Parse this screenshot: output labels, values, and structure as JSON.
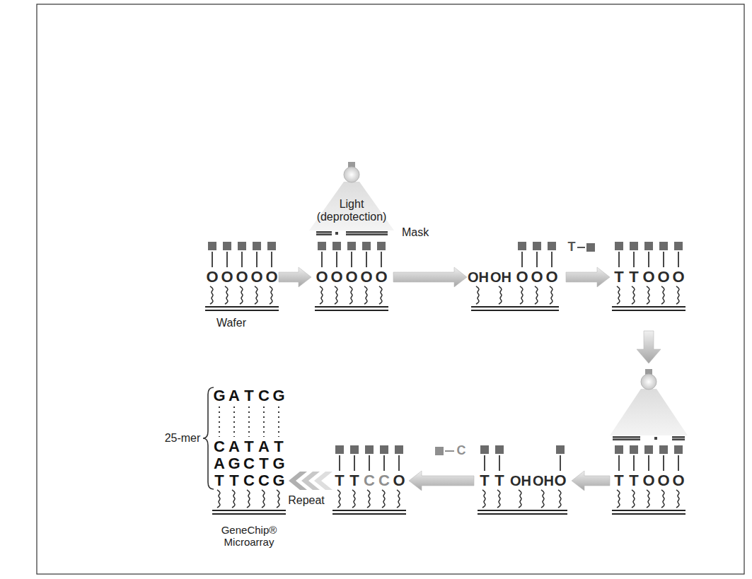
{
  "diagram": {
    "labels": [
      "Light (deprotection)",
      "Mask",
      "O",
      "O",
      "O",
      "O",
      "O",
      "Wafer",
      "O",
      "O",
      "O",
      "O",
      "O",
      "OH",
      "OH",
      "O",
      "O",
      "O",
      "T",
      "T",
      "T",
      "O",
      "O",
      "O",
      "T",
      "T",
      "O",
      "O",
      "O",
      "T",
      "T",
      "OH",
      "OH",
      "O",
      "C",
      "T",
      "T",
      "C",
      "C",
      "O",
      "Repeat",
      "25-mer",
      "G",
      "A",
      "T",
      "C",
      "G",
      "C",
      "A",
      "T",
      "A",
      "T",
      "A",
      "G",
      "C",
      "T",
      "G",
      "T",
      "T",
      "C",
      "C",
      "G",
      "GeneChip® Microarray"
    ]
  }
}
